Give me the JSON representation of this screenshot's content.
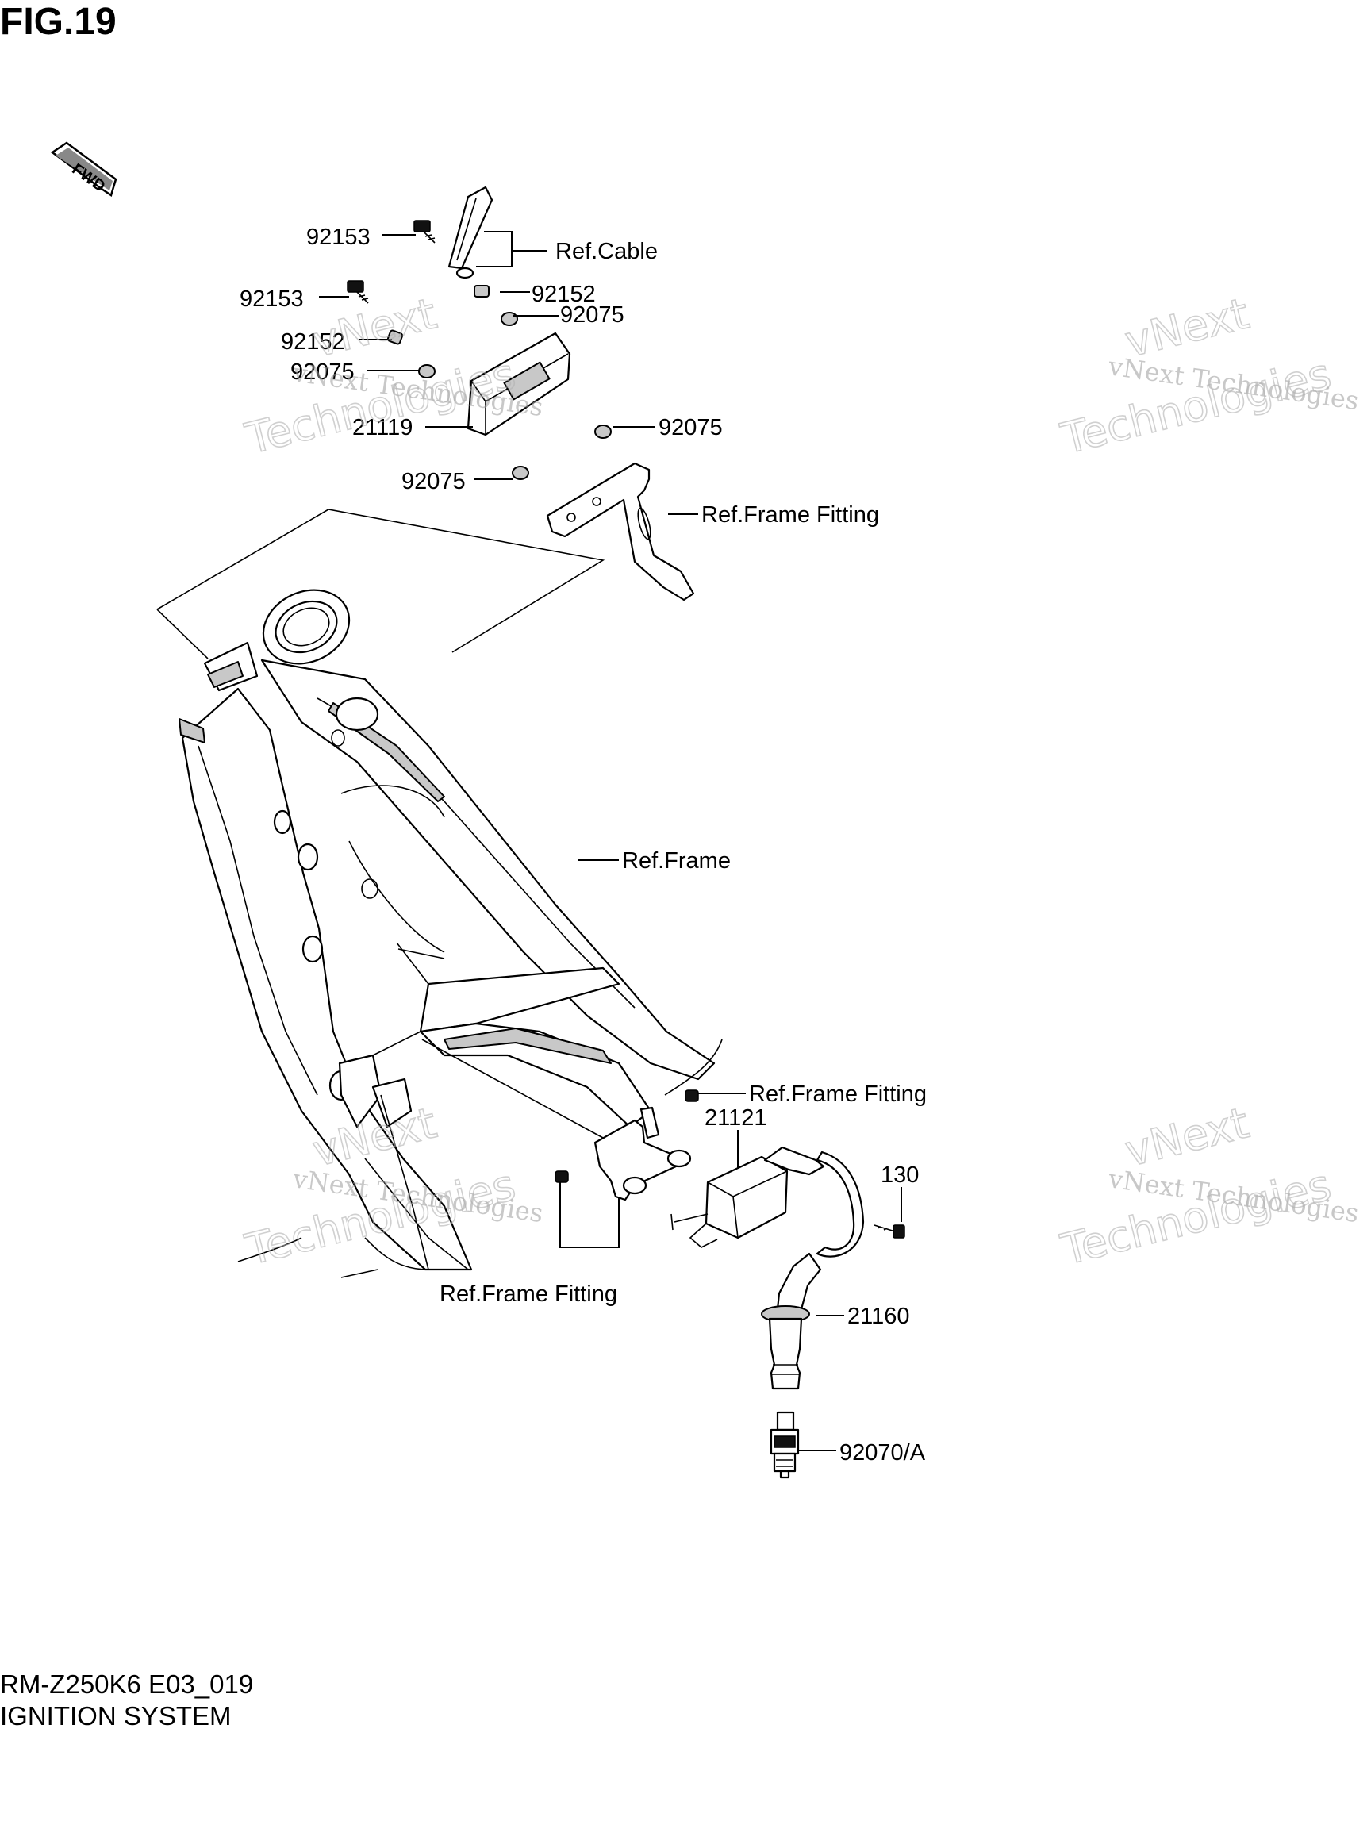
{
  "figure": {
    "title": "FIG.19",
    "model_code": "RM-Z250K6 E03_019",
    "section_name": "IGNITION SYSTEM",
    "direction_marker": "FWD"
  },
  "callouts": {
    "bolt_upper": "92153",
    "bolt_lower": "92153",
    "cable_ref": "Ref.Cable",
    "collar_right": "92152",
    "collar_left": "92152",
    "damper_top": "92075",
    "damper_left": "92075",
    "damper_right": "92075",
    "damper_bottom": "92075",
    "cdi_unit": "21119",
    "frame_fitting_upper": "Ref.Frame Fitting",
    "frame_ref": "Ref.Frame",
    "frame_fitting_mid": "Ref.Frame Fitting",
    "ignition_coil": "21121",
    "bolt_130": "130",
    "frame_fitting_lower": "Ref.Frame Fitting",
    "plug_cap": "21160",
    "spark_plug": "92070/A"
  },
  "watermark": {
    "line1": "vNext Technologies",
    "line2": "vNext",
    "line3": "Technologies"
  }
}
